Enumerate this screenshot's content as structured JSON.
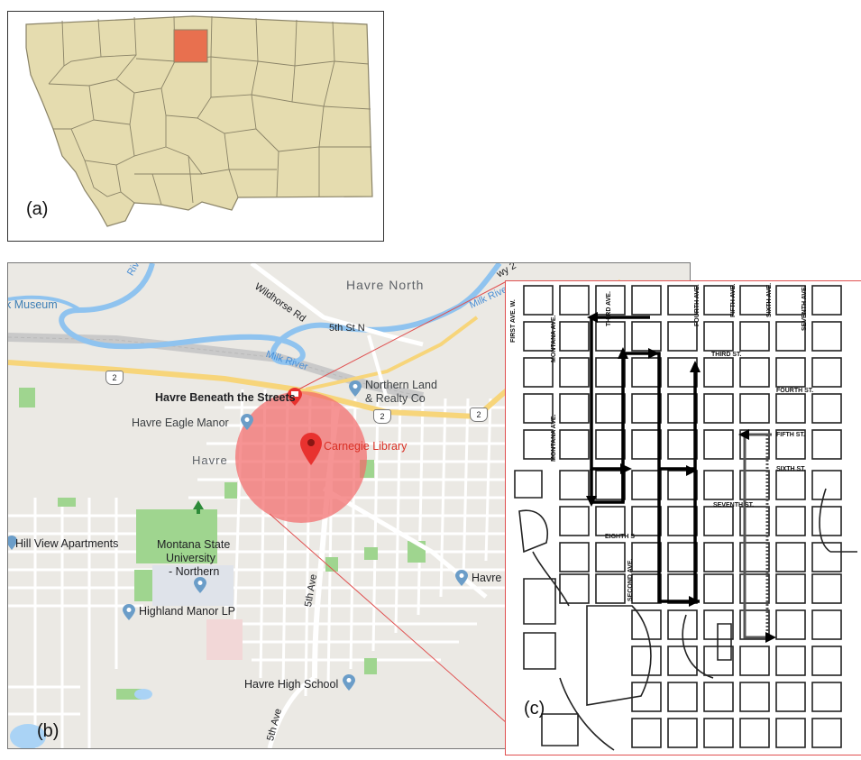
{
  "panel_a": {
    "label": "(a)",
    "state_fill": "#e5dcaf",
    "highlight_fill": "#e8704f",
    "border_color": "#8a8367"
  },
  "panel_b": {
    "label": "(b)",
    "places": {
      "havre_north": "Havre North",
      "havre": "Havre",
      "museum": "k Museum",
      "wildhorse_rd": "Wildhorse Rd",
      "fifth_st_n": "5th St N",
      "milk_river_1": "Milk River",
      "milk_river_2": "Milk River",
      "river_top": "River",
      "hwy_label": "wy 2",
      "havre_beneath": "Havre Beneath the Streets",
      "northern_land_1": "Northern Land",
      "northern_land_2": "& Realty Co",
      "havre_eagle_manor": "Havre Eagle Manor",
      "carnegie_library": "Carnegie Library",
      "hill_view": "Hill View Apartments",
      "msu_1": "Montana State",
      "msu_2": "University",
      "msu_3": "- Northern",
      "highland_manor": "Highland Manor LP",
      "fifth_ave_1": "5th Ave",
      "fifth_ave_2": "5th Ave",
      "havre_high": "Havre High School",
      "havre_right": "Havre I"
    },
    "shields": [
      "2",
      "2",
      "2",
      "2"
    ],
    "colors": {
      "water": "#aad3f5",
      "river_dark": "#8fc3ef",
      "park": "#9fd58f",
      "highway": "#f7d57a",
      "circle": "#f26b6b",
      "marker_red": "#e8322f",
      "poi_blue": "#6b9dc8"
    }
  },
  "panel_c": {
    "label": "(c)",
    "avenues": [
      "FIRST AVE. W.",
      "MONTANA AVE.",
      "THIRD AVE.",
      "FOURTH AVE.",
      "FIFTH AVE.",
      "SIXTH AVE.",
      "SEVENTH AVE.",
      "MONTANA AVE.",
      "SECOND AVE."
    ],
    "streets": [
      "THIRD ST.",
      "FOURTH ST.",
      "FIFTH ST.",
      "SIXTH ST.",
      "SEVENTH ST.",
      "EIGHTH S"
    ]
  }
}
